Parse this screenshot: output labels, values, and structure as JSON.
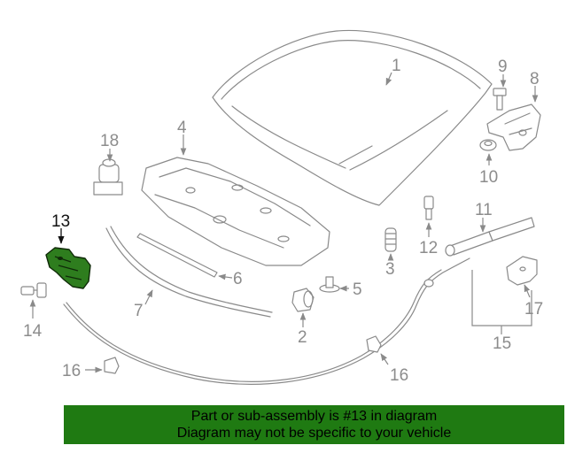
{
  "diagram": {
    "callouts": [
      "1",
      "2",
      "3",
      "4",
      "5",
      "6",
      "7",
      "8",
      "9",
      "10",
      "11",
      "12",
      "13",
      "14",
      "15",
      "16",
      "16",
      "17",
      "18"
    ],
    "highlighted_callout": "13",
    "colors": {
      "highlight": "#2e7d1e",
      "line": "#8a8a8a",
      "banner": "#1f7a12"
    }
  },
  "banner": {
    "line1": "Part or sub-assembly is #13 in diagram",
    "line2": "Diagram may not be specific to your vehicle"
  }
}
